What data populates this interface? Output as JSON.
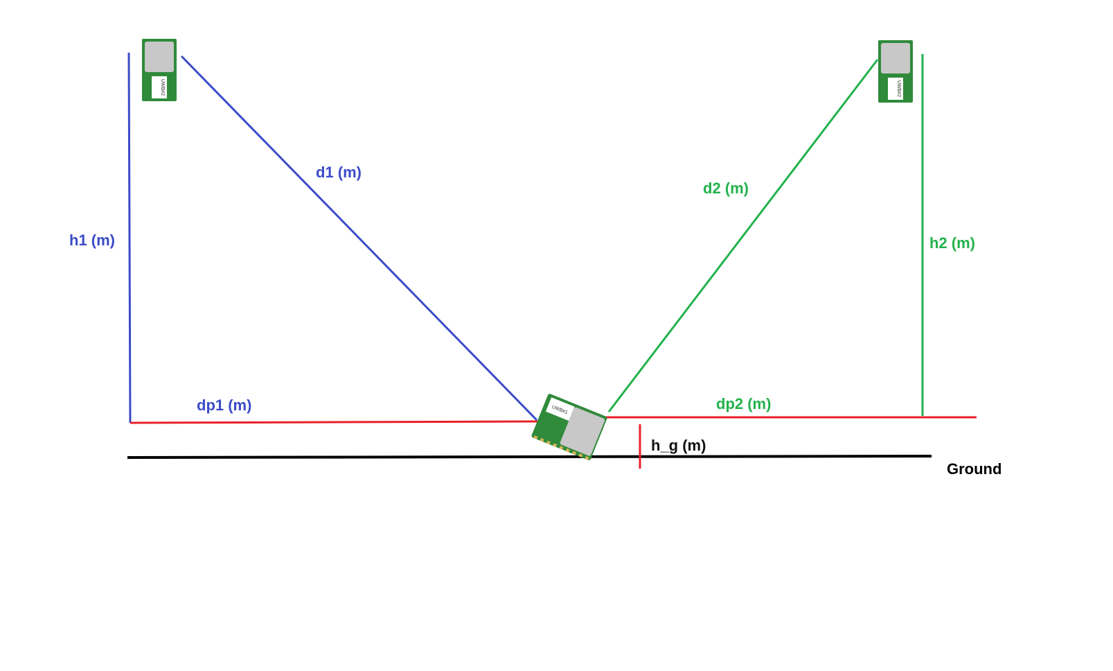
{
  "colors": {
    "anchor1": "#3b4bc8",
    "anchor2": "#22b24c",
    "horizontal": "#e8202a",
    "ground": "#000000",
    "hg_label": "#111111",
    "pcb_green": "#2f8a3a",
    "shield_grey": "#c8c8c8"
  },
  "labels": {
    "h1": "h1 (m)",
    "d1": "d1 (m)",
    "dp1": "dp1 (m)",
    "d2": "d2 (m)",
    "h2": "h2 (m)",
    "dp2": "dp2 (m)",
    "hg": "h_g (m)",
    "ground": "Ground"
  },
  "anchor_module_text": "UWB#2",
  "tag_module_text": "UWB#1",
  "icons": {
    "anchor1": "uwb-anchor-module-icon",
    "anchor2": "uwb-anchor-module-icon",
    "tag": "uwb-tag-module-icon"
  }
}
